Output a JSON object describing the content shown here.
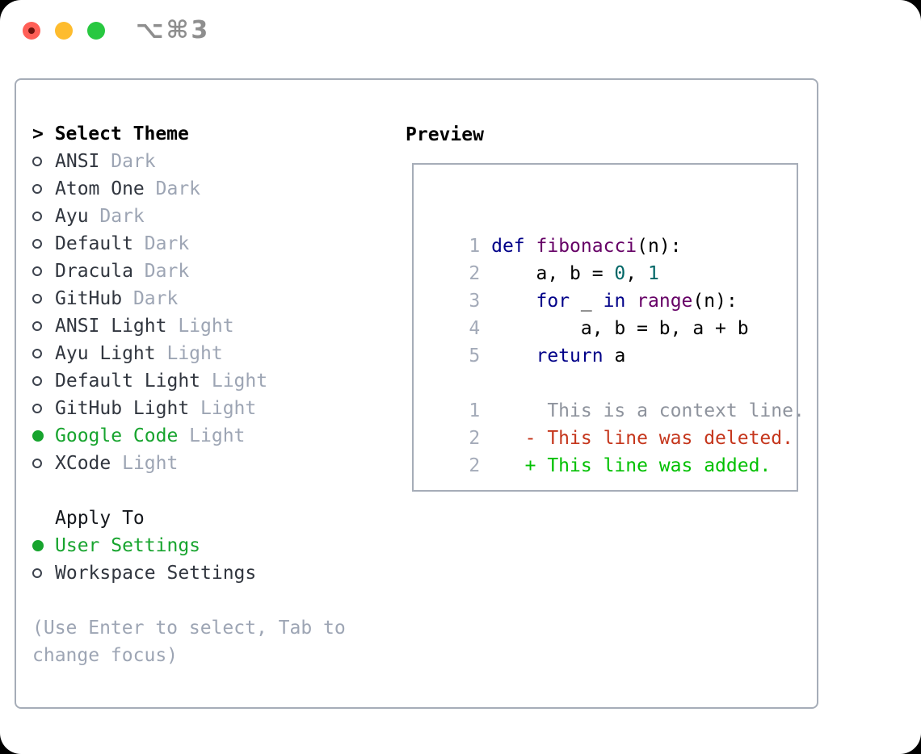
{
  "titlebar": {
    "title": "⌥⌘3"
  },
  "colors": {
    "traffic_red": "#ff5f57",
    "traffic_red_dot": "#6e130d",
    "traffic_yellow": "#febc2e",
    "traffic_green": "#28c840",
    "title_gray": "#8e8e8e",
    "border_gray": "#a6adb8",
    "text_dark": "#31363f",
    "muted_gray": "#9da5b4",
    "linenum_gray": "#a4abb9",
    "radio_ring": "#3d434e",
    "select_green": "#17a42e",
    "keyword_blue": "#000088",
    "title_purple": "#660066",
    "number_teal": "#006666",
    "context_gray": "#8e939d",
    "deleted_red": "#c5361c",
    "added_green": "#00c000"
  },
  "panel": {
    "select_theme": {
      "header_prefix": "> ",
      "header": "Select Theme",
      "themes": [
        {
          "name": "ANSI",
          "variant": "Dark",
          "selected": false
        },
        {
          "name": "Atom One",
          "variant": "Dark",
          "selected": false
        },
        {
          "name": "Ayu",
          "variant": "Dark",
          "selected": false
        },
        {
          "name": "Default",
          "variant": "Dark",
          "selected": false
        },
        {
          "name": "Dracula",
          "variant": "Dark",
          "selected": false
        },
        {
          "name": "GitHub",
          "variant": "Dark",
          "selected": false
        },
        {
          "name": "ANSI Light",
          "variant": "Light",
          "selected": false
        },
        {
          "name": "Ayu Light",
          "variant": "Light",
          "selected": false
        },
        {
          "name": "Default Light",
          "variant": "Light",
          "selected": false
        },
        {
          "name": "GitHub Light",
          "variant": "Light",
          "selected": false
        },
        {
          "name": "Google Code",
          "variant": "Light",
          "selected": true
        },
        {
          "name": "XCode",
          "variant": "Light",
          "selected": false
        }
      ]
    },
    "apply_to": {
      "header": "Apply To",
      "options": [
        {
          "name": "User Settings",
          "selected": true
        },
        {
          "name": "Workspace Settings",
          "selected": false
        }
      ]
    },
    "hint": "(Use Enter to select, Tab to change focus)",
    "preview": {
      "header": "Preview",
      "code_lines": [
        {
          "num": "1",
          "segments": [
            {
              "t": " ",
              "c": "plain"
            },
            {
              "t": "def",
              "c": "keyword"
            },
            {
              "t": " ",
              "c": "plain"
            },
            {
              "t": "fibonacci",
              "c": "title"
            },
            {
              "t": "(n):",
              "c": "plain"
            }
          ]
        },
        {
          "num": "2",
          "segments": [
            {
              "t": "     a, b = ",
              "c": "plain"
            },
            {
              "t": "0",
              "c": "number"
            },
            {
              "t": ", ",
              "c": "plain"
            },
            {
              "t": "1",
              "c": "number"
            }
          ]
        },
        {
          "num": "3",
          "segments": [
            {
              "t": "     ",
              "c": "plain"
            },
            {
              "t": "for",
              "c": "keyword"
            },
            {
              "t": " _ ",
              "c": "plain"
            },
            {
              "t": "in",
              "c": "keyword"
            },
            {
              "t": " ",
              "c": "plain"
            },
            {
              "t": "range",
              "c": "title"
            },
            {
              "t": "(n):",
              "c": "plain"
            }
          ]
        },
        {
          "num": "4",
          "segments": [
            {
              "t": "         a, b = b, a + b",
              "c": "plain"
            }
          ]
        },
        {
          "num": "5",
          "segments": [
            {
              "t": "     ",
              "c": "plain"
            },
            {
              "t": "return",
              "c": "keyword"
            },
            {
              "t": " a",
              "c": "plain"
            }
          ]
        }
      ],
      "diff_lines": [
        {
          "num": "1",
          "text": "      This is a context line.",
          "type": "context"
        },
        {
          "num": "2",
          "text": "    - This line was deleted.",
          "type": "deleted"
        },
        {
          "num": "2",
          "text": "    + This line was added.",
          "type": "added"
        }
      ]
    }
  }
}
